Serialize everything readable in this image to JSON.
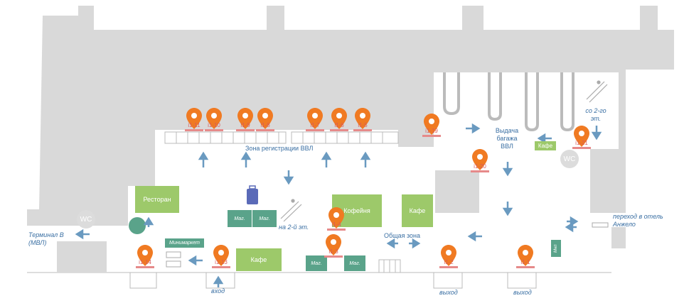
{
  "colors": {
    "building": "#d9d9d9",
    "floor": "#ffffff",
    "store_light": "#9dc96a",
    "store_dark": "#5aa38a",
    "pin": "#f07a22",
    "arrow": "#6a9ac0",
    "text": "#3a6fa3"
  },
  "labels": {
    "checkin_zone": "Зона регистрации ВВЛ",
    "baggage_claim": "Выдача багажа ВВЛ",
    "common_zone": "Общая зона",
    "terminal_b": "Терминал В (МВЛ)",
    "to_hotel": "переход в отель Анжело",
    "from_second_floor": "со 2-го эт.",
    "to_second_floor": "на 2-й эт.",
    "entrance": "вход",
    "exit_1": "выход",
    "exit_2": "выход"
  },
  "stores": {
    "restaurant": "Ресторан",
    "coffee_shop": "Кофейня",
    "cafe_center": "Кафе",
    "cafe_bottom": "Кафе",
    "cafe_baggage": "Кафе",
    "minimarket": "Минимаркет",
    "shop_1": "Маг.",
    "shop_2": "Маг.",
    "shop_3": "Маг.",
    "shop_4": "Маг.",
    "service": "Мнп"
  },
  "wc": [
    "WC",
    "WC"
  ],
  "pins": [
    {
      "id": "i1-11"
    },
    {
      "id": "i1-10"
    },
    {
      "id": "i1-9"
    },
    {
      "id": "i1-8"
    },
    {
      "id": "i1-7"
    },
    {
      "id": "i1-6"
    },
    {
      "id": "i1-5"
    },
    {
      "id": "i1-19"
    },
    {
      "id": "i1-20"
    },
    {
      "id": "i1-21"
    },
    {
      "id": "i1-4"
    },
    {
      "id": "i1-3"
    },
    {
      "id": "i1-2"
    },
    {
      "id": "i1-1"
    },
    {
      "id": "i1-13"
    },
    {
      "id": "i1-14"
    }
  ]
}
